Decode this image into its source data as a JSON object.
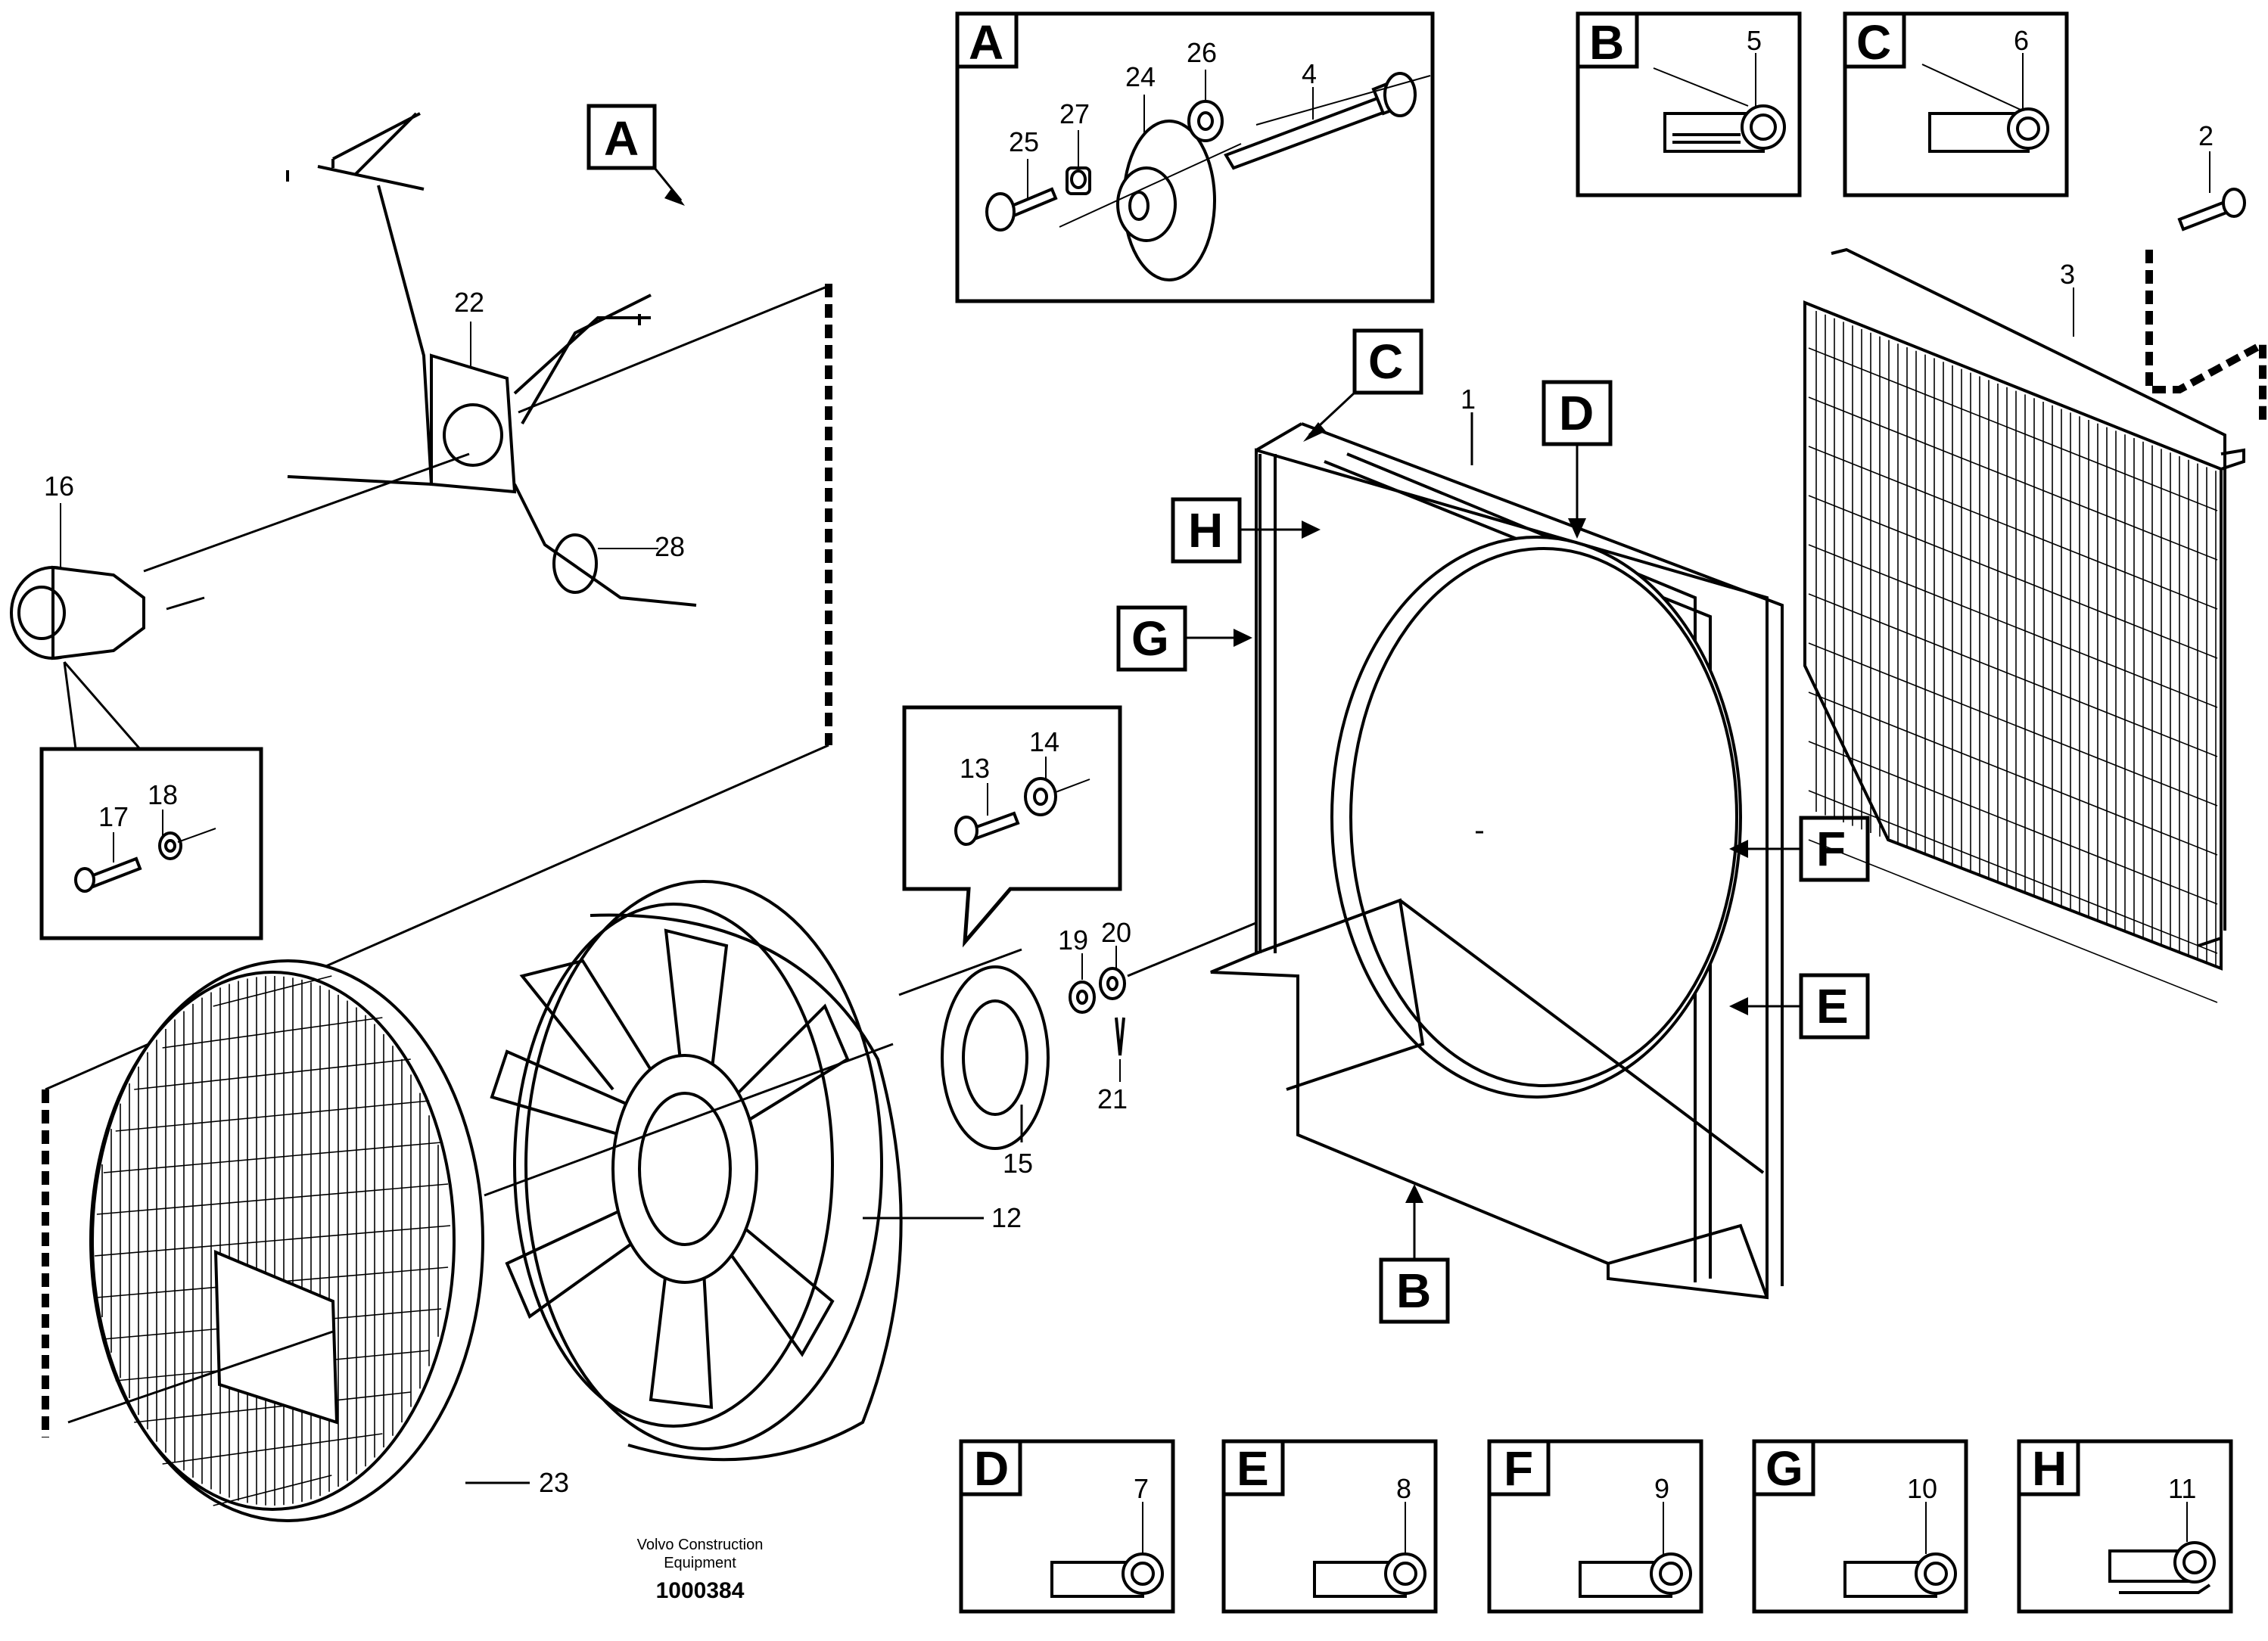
{
  "diagram": {
    "part_numbers": {
      "p1": "1",
      "p2": "2",
      "p3": "3",
      "p4": "4",
      "p5": "5",
      "p6": "6",
      "p7": "7",
      "p8": "8",
      "p9": "9",
      "p10": "10",
      "p11": "11",
      "p12": "12",
      "p13": "13",
      "p14": "14",
      "p15": "15",
      "p16": "16",
      "p17": "17",
      "p18": "18",
      "p19": "19",
      "p20": "20",
      "p21": "21",
      "p22": "22",
      "p23": "23",
      "p24": "24",
      "p25": "25",
      "p26": "26",
      "p27": "27",
      "p28": "28"
    },
    "view_letters": {
      "A": "A",
      "B": "B",
      "C": "C",
      "D": "D",
      "E": "E",
      "F": "F",
      "G": "G",
      "H": "H"
    },
    "footer": {
      "company_line1": "Volvo Construction",
      "company_line2": "Equipment",
      "doc_number": "1000384"
    }
  }
}
